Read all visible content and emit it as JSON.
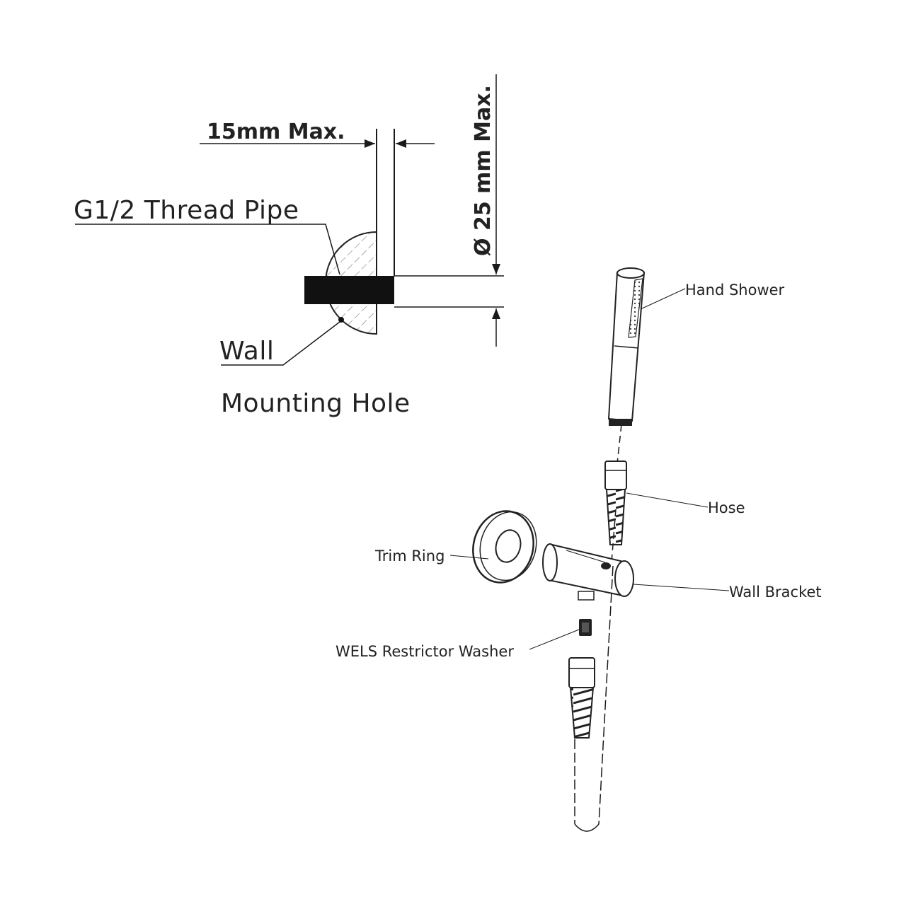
{
  "mounting_detail": {
    "dim_depth": "15mm Max.",
    "dim_diameter": "Ø 25 mm Max.",
    "label_pipe": "G1/2 Thread Pipe",
    "label_wall": "Wall",
    "label_hole": "Mounting  Hole"
  },
  "exploded_view": {
    "hand_shower": "Hand Shower",
    "hose": "Hose",
    "trim_ring": "Trim Ring",
    "wall_bracket": "Wall Bracket",
    "washer": "WELS Restrictor Washer"
  }
}
